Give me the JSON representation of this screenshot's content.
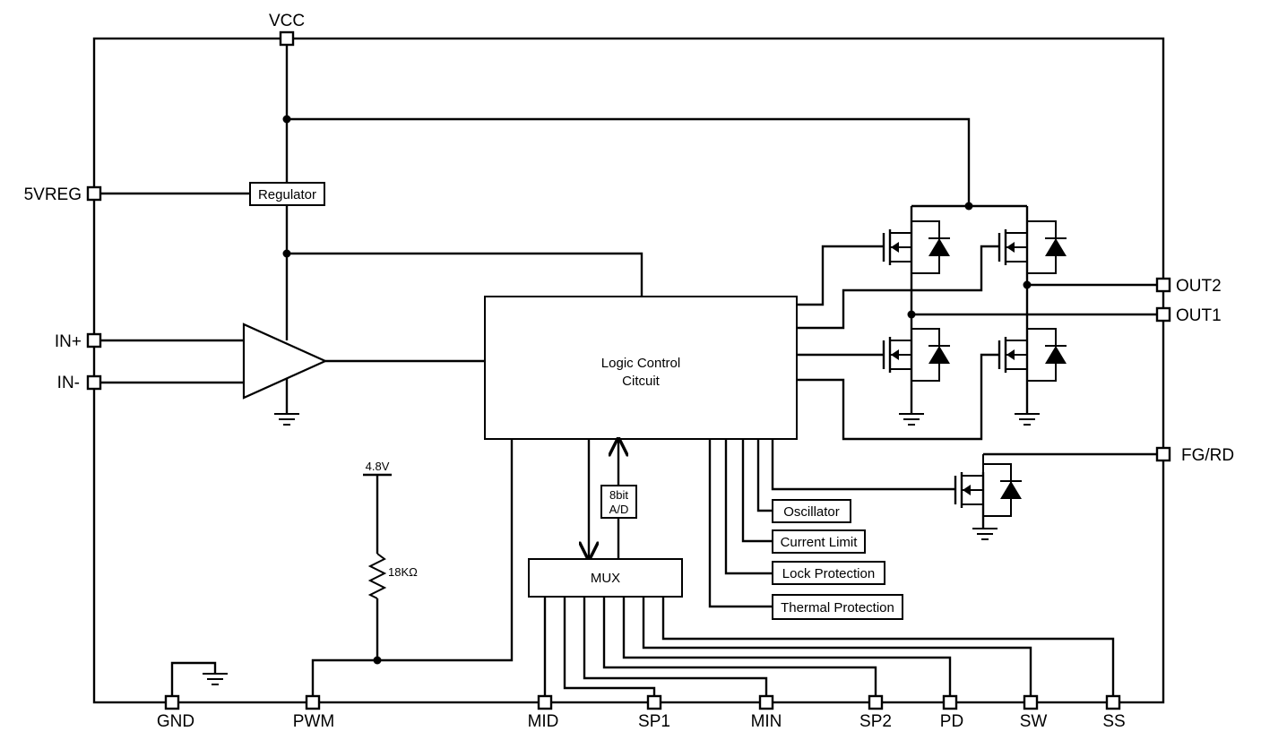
{
  "pins": {
    "vcc": "VCC",
    "vreg": "5VREG",
    "in_plus": "IN+",
    "in_minus": "IN-",
    "out2": "OUT2",
    "out1": "OUT1",
    "fg_rd": "FG/RD",
    "gnd": "GND",
    "pwm": "PWM",
    "mid": "MID",
    "sp1": "SP1",
    "min": "MIN",
    "sp2": "SP2",
    "pd": "PD",
    "sw": "SW",
    "ss": "SS"
  },
  "blocks": {
    "regulator": "Regulator",
    "logic_line1": "Logic Control",
    "logic_line2": "Citcuit",
    "mux": "MUX",
    "adc_line1": "8bit",
    "adc_line2": "A/D",
    "oscillator": "Oscillator",
    "current_limit": "Current Limit",
    "lock_protection": "Lock Protection",
    "thermal_protection": "Thermal Protection"
  },
  "components": {
    "voltage": "4.8V",
    "resistor": "18KΩ"
  }
}
